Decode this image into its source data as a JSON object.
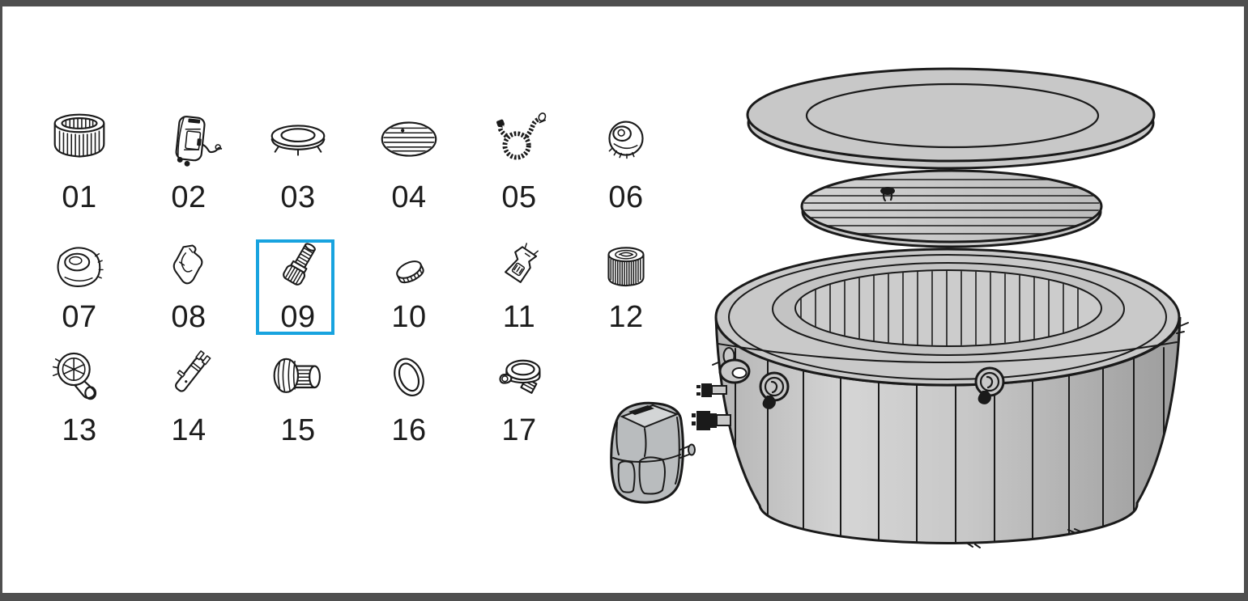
{
  "colors": {
    "frame": "#4f4f4f",
    "canvas": "#ffffff",
    "line": "#1a1a1a",
    "highlight": "#18a3df",
    "fill_light": "#c8c8c8",
    "pump": "#b9bcbe"
  },
  "parts": [
    {
      "label": "01",
      "icon": "liner-ring-icon",
      "highlighted": false
    },
    {
      "label": "02",
      "icon": "pump-unit-icon",
      "highlighted": false
    },
    {
      "label": "03",
      "icon": "inflatable-lid-icon",
      "highlighted": false
    },
    {
      "label": "04",
      "icon": "bladder-cover-icon",
      "highlighted": false
    },
    {
      "label": "05",
      "icon": "inflation-hose-icon",
      "highlighted": false
    },
    {
      "label": "06",
      "icon": "valve-cap-icon",
      "highlighted": false
    },
    {
      "label": "07",
      "icon": "housing-cap-icon",
      "highlighted": false
    },
    {
      "label": "08",
      "icon": "clamp-icon",
      "highlighted": false
    },
    {
      "label": "09",
      "icon": "nozzle-adapter-icon",
      "highlighted": true
    },
    {
      "label": "10",
      "icon": "stopper-cap-icon",
      "highlighted": false
    },
    {
      "label": "11",
      "icon": "buckle-clip-icon",
      "highlighted": false
    },
    {
      "label": "12",
      "icon": "filter-cartridge-icon",
      "highlighted": false
    },
    {
      "label": "13",
      "icon": "elbow-fitting-icon",
      "highlighted": false
    },
    {
      "label": "14",
      "icon": "wrench-tool-icon",
      "highlighted": false
    },
    {
      "label": "15",
      "icon": "threaded-connector-icon",
      "highlighted": false
    },
    {
      "label": "16",
      "icon": "o-ring-icon",
      "highlighted": false
    },
    {
      "label": "17",
      "icon": "drain-cap-icon",
      "highlighted": false
    }
  ],
  "illustration": {
    "name": "spa-exploded-view",
    "components": [
      "spa-top-cover",
      "spa-inner-bladder",
      "spa-tub-body",
      "spa-pump-unit"
    ]
  }
}
